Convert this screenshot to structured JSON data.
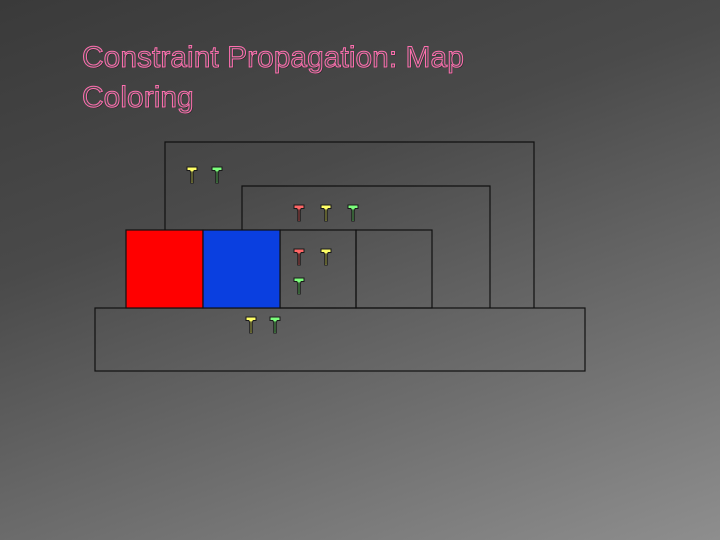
{
  "slide": {
    "title_line1": "Constraint Propagation: Map",
    "title_line2": "Coloring"
  },
  "colors": {
    "red": "#ff0000",
    "blue": "#0a3fe0",
    "green": "#7cff7c",
    "yellow": "#ffff66",
    "region_outline": "#111111",
    "region_fill": "none"
  },
  "domain_markers": [
    {
      "region": "outer-arch",
      "icons": [
        "yellow",
        "green"
      ]
    },
    {
      "region": "middle-arch",
      "icons": [
        "red",
        "yellow",
        "green"
      ]
    },
    {
      "region": "inner-middle-box",
      "icons": [
        "red",
        "yellow",
        "green"
      ]
    },
    {
      "region": "bottom-bar",
      "icons": [
        "yellow",
        "green"
      ]
    }
  ],
  "regions": [
    {
      "name": "red-region",
      "assigned_color": "red"
    },
    {
      "name": "blue-region",
      "assigned_color": "blue"
    }
  ],
  "icon_name": "cross-marker-icon"
}
